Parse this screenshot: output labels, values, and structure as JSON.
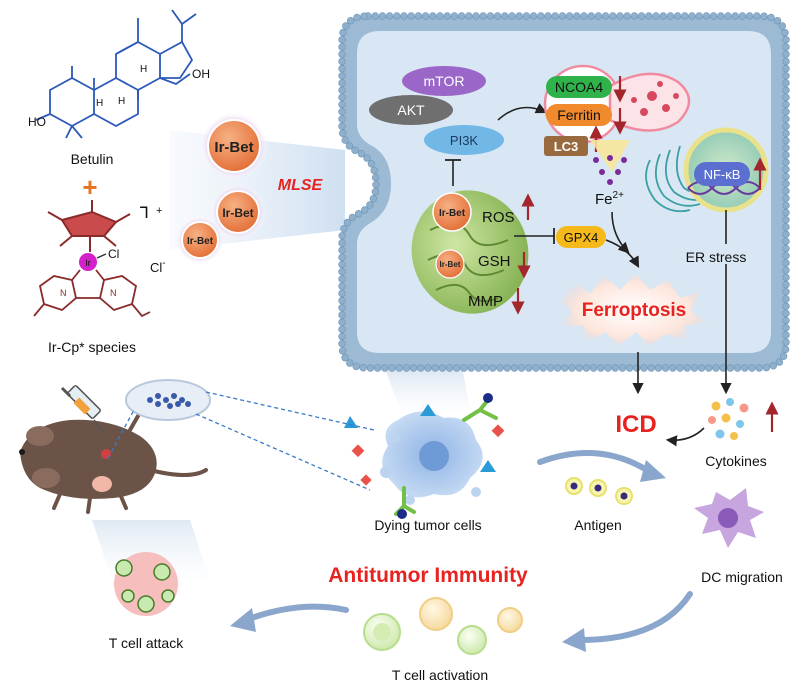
{
  "molecules": {
    "betulin": "Betulin",
    "plus": "+",
    "ir_label": "Ir",
    "cl_label": "Cl",
    "charge": "+",
    "counter_ion": "Cl",
    "counter_charge": "-",
    "species": "Ir-Cp* species",
    "ho": "HO",
    "oh": "OH",
    "h": "H"
  },
  "nanoparticles": {
    "label": "Ir-Bet",
    "mlse": "MLSE"
  },
  "pathway": {
    "mtor": "mTOR",
    "akt": "AKT",
    "pi3k": "PI3K",
    "ncoa4": "NCOA4",
    "ferritin": "Ferritin",
    "lc3": "LC3",
    "fe": "Fe",
    "fe_charge": "2+",
    "nfkb": "NF-κB",
    "ros": "ROS",
    "gsh": "GSH",
    "mmp": "MMP",
    "gpx4": "GPX4",
    "er_stress": "ER stress",
    "ferroptosis": "Ferroptosis",
    "mito_label": "Ir-Bet"
  },
  "immunity": {
    "icd": "ICD",
    "cytokines": "Cytokines",
    "dying": "Dying tumor cells",
    "antigen": "Antigen",
    "dc": "DC migration",
    "title": "Antitumor Immunity",
    "tcell_act": "T cell activation",
    "tcell_attack": "T cell attack"
  },
  "colors": {
    "red": "#e8231f",
    "ir_orange": "#f0874e",
    "membrane": "#7fa9c7",
    "cell_fill": "#dbe8f6",
    "betulin_blue": "#2b59b8",
    "up_arrow": "#a3262d"
  }
}
